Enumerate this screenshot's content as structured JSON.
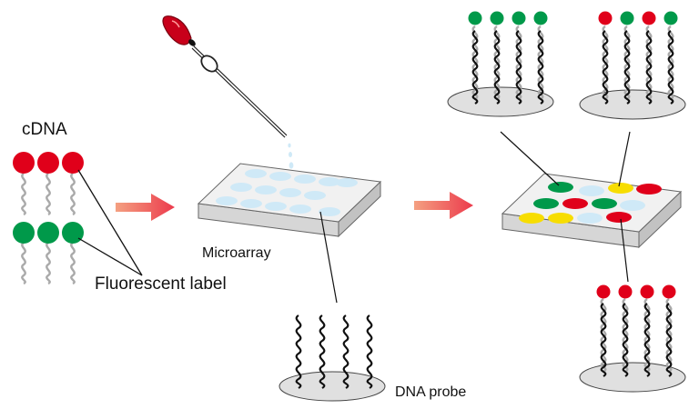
{
  "labels": {
    "cdna": "cDNA",
    "fluorescent_label": "Fluorescent label",
    "microarray": "Microarray",
    "dna_probe": "DNA probe"
  },
  "colors": {
    "red_label": "#e0001a",
    "green_label": "#00994a",
    "yellow_spot": "#f7dd00",
    "empty_spot": "#cfe9f7",
    "plate_top": "#f1f1f1",
    "plate_side": "#d6d6d6",
    "probe_base": "#e0e0e0",
    "dna_strand": "#111111",
    "cdna_strand": "#aaaaaa",
    "arrow": "#ec4a4a",
    "dropper_bulb": "#c8001a"
  },
  "icons": {
    "dropper": "pipette-dropper-icon",
    "arrow": "process-arrow-icon"
  }
}
